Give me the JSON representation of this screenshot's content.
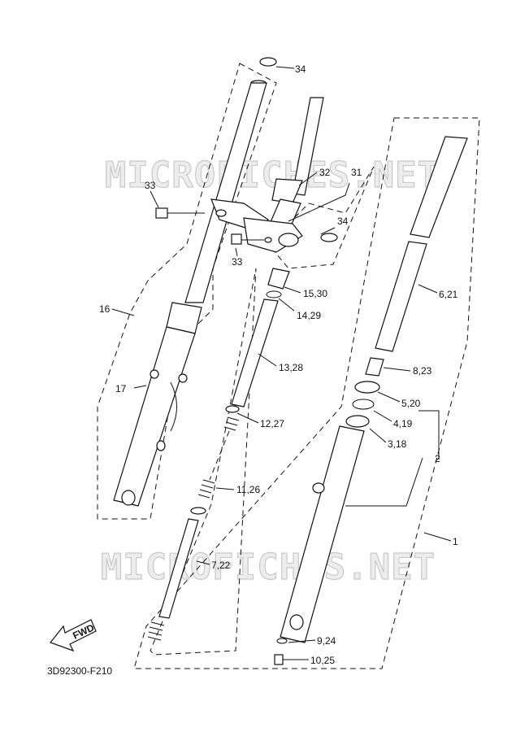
{
  "watermark": "MICROFICHES.NET",
  "diagram_code": "3D92300-F210",
  "fwd_badge": "FWD",
  "callouts": [
    "34",
    "33",
    "32",
    "31",
    "34",
    "33",
    "16",
    "15,30",
    "14,29",
    "13,28",
    "17",
    "12,27",
    "11,26",
    "7,22",
    "6,21",
    "8,23",
    "5,20",
    "4,19",
    "3,18",
    "2",
    "1",
    "9,24",
    "10,25"
  ]
}
